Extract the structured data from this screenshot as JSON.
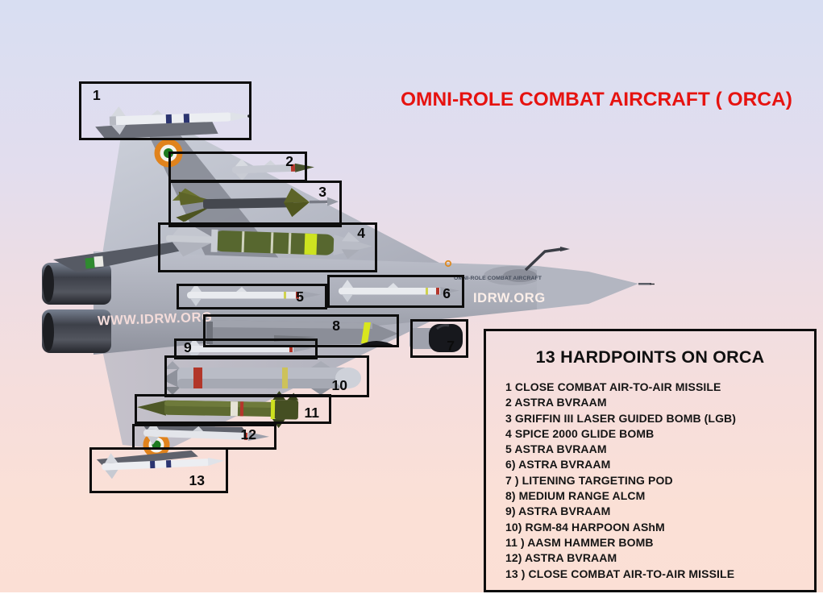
{
  "title": {
    "text": "OMNI-ROLE COMBAT AIRCRAFT ( ORCA)"
  },
  "watermarks": {
    "left": "WWW.IDRW.ORG",
    "right": "IDRW.ORG"
  },
  "aircraft": {
    "fuselage_marking": "OMNI-ROLE COMBAT AIRCRAFT"
  },
  "legend": {
    "title": "13 HARDPOINTS ON ORCA",
    "items": [
      "1 CLOSE COMBAT AIR-TO-AIR MISSILE",
      "2 ASTRA BVRAAM",
      "3 GRIFFIN III LASER GUIDED BOMB (LGB)",
      "4 SPICE 2000 GLIDE BOMB",
      "5 ASTRA BVRAAM",
      "6) ASTRA BVRAAM",
      "7 ) LITENING TARGETING POD",
      "8) MEDIUM RANGE ALCM",
      "9) ASTRA BVRAAM",
      "10) RGM-84 HARPOON AShM",
      "11 ) AASM HAMMER BOMB",
      "12) ASTRA BVRAAM",
      "13 ) CLOSE COMBAT AIR-TO-AIR MISSILE"
    ]
  },
  "markers": [
    {
      "number": "1"
    },
    {
      "number": "2"
    },
    {
      "number": "3"
    },
    {
      "number": "4"
    },
    {
      "number": "5"
    },
    {
      "number": "6"
    },
    {
      "number": "7"
    },
    {
      "number": "8"
    },
    {
      "number": "9"
    },
    {
      "number": "10"
    },
    {
      "number": "11"
    },
    {
      "number": "12"
    },
    {
      "number": "13"
    }
  ],
  "colors": {
    "title_red": "#e61310",
    "box_border": "#0d0d0d",
    "background_top": "#d8def2",
    "background_bottom": "#fbdfd5",
    "aircraft_gray": "#b4b7c2",
    "roundel_orange": "#e0831d",
    "roundel_green": "#1d7a1f",
    "weapon_olive": "#5d6830",
    "band_navy": "#2b3470",
    "band_red": "#b5362b",
    "band_yellow": "#cde01e"
  }
}
